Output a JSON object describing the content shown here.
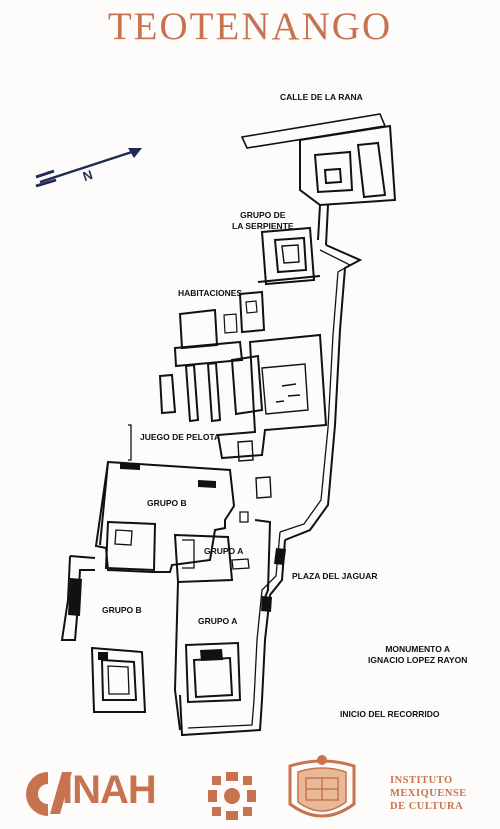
{
  "title": "TEOTENANGO",
  "colors": {
    "accent": "#c8734f",
    "map_line": "#111111",
    "arrow": "#1f2a55"
  },
  "north_arrow": {
    "label": "N",
    "icon": "north-arrow-icon"
  },
  "labels": {
    "calle_rana": "CALLE DE LA RANA",
    "grupo_serpiente": [
      "GRUPO DE",
      "LA SERPIENTE"
    ],
    "habitaciones": "HABITACIONES",
    "juego_pelota": "JUEGO DE PELOTA",
    "grupo_b_upper": "GRUPO B",
    "grupo_a_upper": "GRUPO A",
    "plaza_jaguar": "PLAZA DEL JAGUAR",
    "grupo_b_lower": "GRUPO B",
    "grupo_a_lower": "GRUPO A",
    "monumento": [
      "MONUMENTO A",
      "IGNACIO LOPEZ RAYON"
    ],
    "inicio": "INICIO DEL RECORRIDO"
  },
  "footer": {
    "inah": "INAH",
    "institute": [
      "INSTITUTO",
      "MEXIQUENSE",
      "DE CULTURA"
    ],
    "icons": [
      "inah-logo-icon",
      "sun-emblem-icon",
      "state-coat-of-arms-icon"
    ]
  }
}
